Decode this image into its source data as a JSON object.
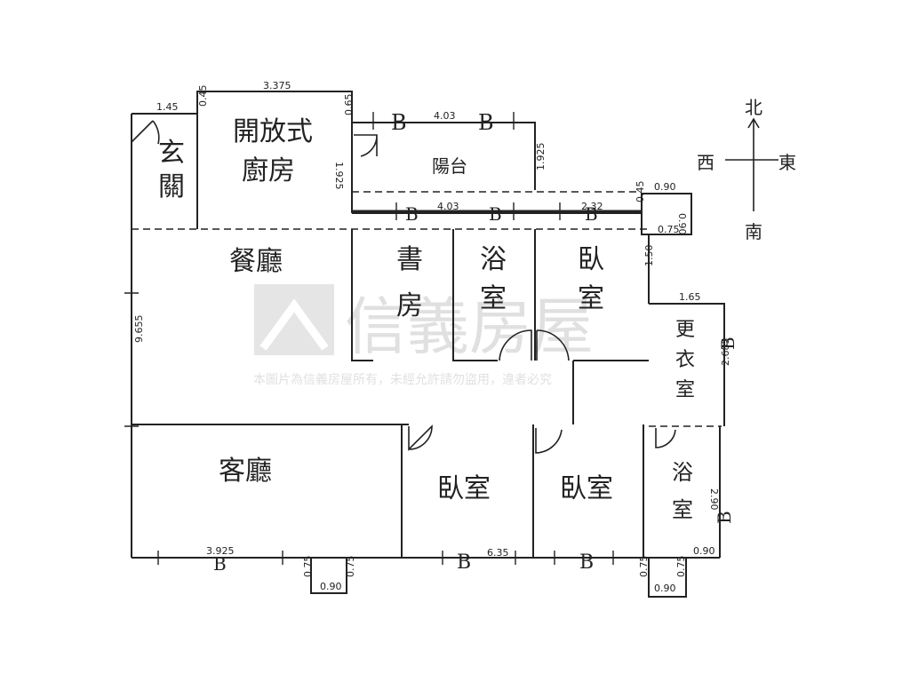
{
  "rooms": {
    "foyer": [
      "玄",
      "關"
    ],
    "kitchen": [
      "開放式",
      "廚房"
    ],
    "balcony": "陽台",
    "dining": "餐廳",
    "study": [
      "書",
      "房"
    ],
    "bath1": [
      "浴",
      "室"
    ],
    "bedroom1": [
      "臥",
      "室"
    ],
    "closet": [
      "更",
      "衣",
      "室"
    ],
    "living": "客廳",
    "bedroom2": "臥室",
    "bedroom3": "臥室",
    "bath2": [
      "浴",
      "室"
    ]
  },
  "compass": {
    "north": "北",
    "south": "南",
    "east": "東",
    "west": "西"
  },
  "dimensions": {
    "top_kitchen": "3.375",
    "top_foyer": "1.45",
    "kitchen_v": "0.45",
    "kitchen_v2": "0.65",
    "balcony_w": "4.03",
    "balcony_h_left": "1.925",
    "balcony_h_right": "1.925",
    "inner_w": "4.03",
    "inner_w2": "2.32",
    "small_h": "0.45",
    "box_w": "0.90",
    "box_h": "0.90",
    "box_h2": "0.75",
    "right_h": "1.50",
    "closet_w": "1.65",
    "closet_h": "2.685",
    "left_total": "9.655",
    "bottom_living": "3.925",
    "bottom_rooms": "6.35",
    "bath_h": "2.90",
    "bath_w": "0.90",
    "bottom_box1_h": "0.75",
    "bottom_box1_h2": "0.75",
    "bottom_box1_w": "0.90",
    "bottom_box2_h": "0.75",
    "bottom_box2_h2": "0.75",
    "bottom_box2_w": "0.90"
  },
  "beam_mark": "B",
  "watermark": {
    "brand": "信義房屋",
    "notice": "本圖片為信義房屋所有，未經允許請勿盜用，違者必究"
  }
}
